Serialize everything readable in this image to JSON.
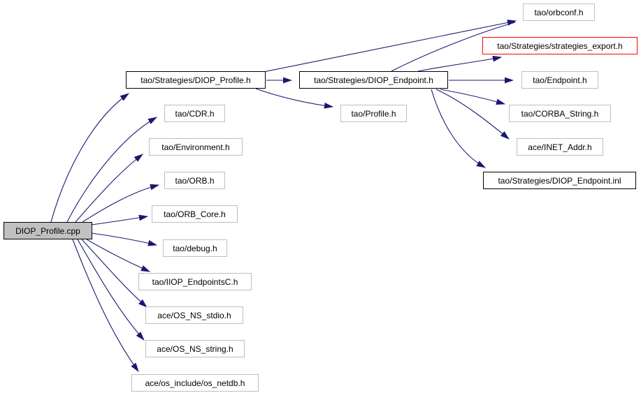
{
  "graph": {
    "type": "include-dependency-graph",
    "background_color": "#ffffff",
    "edge_color": "#191970",
    "leaf_border_color": "#bebebe",
    "internal_border_color": "#000000",
    "truncated_border_color": "#ff0000",
    "main_fill_color": "#c0c0c0",
    "nodes": [
      {
        "id": "diop-profile-cpp",
        "label": "DIOP_Profile.cpp",
        "kind": "main"
      },
      {
        "id": "diop-profile-h",
        "label": "tao/Strategies/DIOP_Profile.h",
        "kind": "internal"
      },
      {
        "id": "diop-endpoint-h",
        "label": "tao/Strategies/DIOP_Endpoint.h",
        "kind": "internal"
      },
      {
        "id": "orbconf-h",
        "label": "tao/orbconf.h",
        "kind": "leaf"
      },
      {
        "id": "strategies-export-h",
        "label": "tao/Strategies/strategies_export.h",
        "kind": "truncated"
      },
      {
        "id": "endpoint-h",
        "label": "tao/Endpoint.h",
        "kind": "leaf"
      },
      {
        "id": "corba-string-h",
        "label": "tao/CORBA_String.h",
        "kind": "leaf"
      },
      {
        "id": "inet-addr-h",
        "label": "ace/INET_Addr.h",
        "kind": "leaf"
      },
      {
        "id": "diop-endpoint-inl",
        "label": "tao/Strategies/DIOP_Endpoint.inl",
        "kind": "internal"
      },
      {
        "id": "profile-h",
        "label": "tao/Profile.h",
        "kind": "leaf"
      },
      {
        "id": "cdr-h",
        "label": "tao/CDR.h",
        "kind": "leaf"
      },
      {
        "id": "environment-h",
        "label": "tao/Environment.h",
        "kind": "leaf"
      },
      {
        "id": "orb-h",
        "label": "tao/ORB.h",
        "kind": "leaf"
      },
      {
        "id": "orb-core-h",
        "label": "tao/ORB_Core.h",
        "kind": "leaf"
      },
      {
        "id": "debug-h",
        "label": "tao/debug.h",
        "kind": "leaf"
      },
      {
        "id": "iiop-endpointsc-h",
        "label": "tao/IIOP_EndpointsC.h",
        "kind": "leaf"
      },
      {
        "id": "os-ns-stdio-h",
        "label": "ace/OS_NS_stdio.h",
        "kind": "leaf"
      },
      {
        "id": "os-ns-string-h",
        "label": "ace/OS_NS_string.h",
        "kind": "leaf"
      },
      {
        "id": "os-netdb-h",
        "label": "ace/os_include/os_netdb.h",
        "kind": "leaf"
      }
    ],
    "edges": [
      {
        "from": "DIOP_Profile.cpp",
        "to": "tao/Strategies/DIOP_Profile.h"
      },
      {
        "from": "DIOP_Profile.cpp",
        "to": "tao/CDR.h"
      },
      {
        "from": "DIOP_Profile.cpp",
        "to": "tao/Environment.h"
      },
      {
        "from": "DIOP_Profile.cpp",
        "to": "tao/ORB.h"
      },
      {
        "from": "DIOP_Profile.cpp",
        "to": "tao/ORB_Core.h"
      },
      {
        "from": "DIOP_Profile.cpp",
        "to": "tao/debug.h"
      },
      {
        "from": "DIOP_Profile.cpp",
        "to": "tao/IIOP_EndpointsC.h"
      },
      {
        "from": "DIOP_Profile.cpp",
        "to": "ace/OS_NS_stdio.h"
      },
      {
        "from": "DIOP_Profile.cpp",
        "to": "ace/OS_NS_string.h"
      },
      {
        "from": "DIOP_Profile.cpp",
        "to": "ace/os_include/os_netdb.h"
      },
      {
        "from": "tao/Strategies/DIOP_Profile.h",
        "to": "tao/Strategies/DIOP_Endpoint.h"
      },
      {
        "from": "tao/Strategies/DIOP_Profile.h",
        "to": "tao/orbconf.h"
      },
      {
        "from": "tao/Strategies/DIOP_Profile.h",
        "to": "tao/Profile.h"
      },
      {
        "from": "tao/Strategies/DIOP_Endpoint.h",
        "to": "tao/orbconf.h"
      },
      {
        "from": "tao/Strategies/DIOP_Endpoint.h",
        "to": "tao/Strategies/strategies_export.h"
      },
      {
        "from": "tao/Strategies/DIOP_Endpoint.h",
        "to": "tao/Endpoint.h"
      },
      {
        "from": "tao/Strategies/DIOP_Endpoint.h",
        "to": "tao/CORBA_String.h"
      },
      {
        "from": "tao/Strategies/DIOP_Endpoint.h",
        "to": "ace/INET_Addr.h"
      },
      {
        "from": "tao/Strategies/DIOP_Endpoint.h",
        "to": "tao/Strategies/DIOP_Endpoint.inl"
      }
    ]
  }
}
